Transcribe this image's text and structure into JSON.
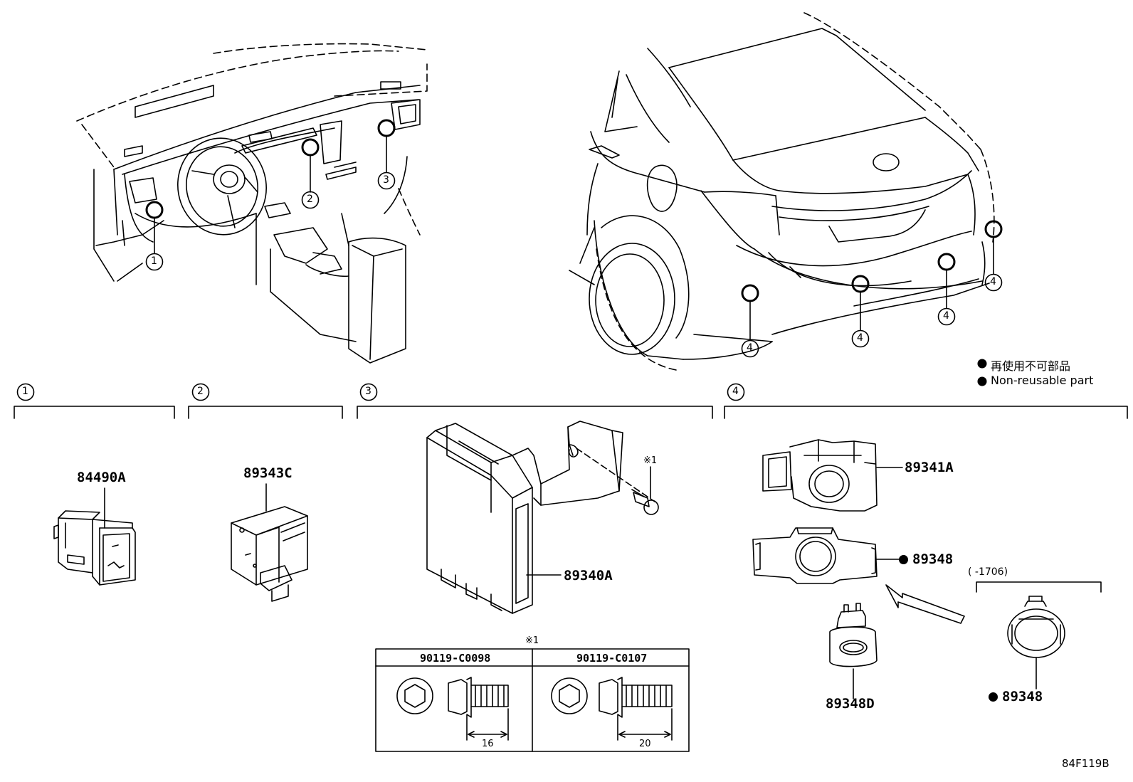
{
  "callouts": {
    "c1": "1",
    "c2": "2",
    "c3": "3",
    "c4": "4",
    "s1": "1",
    "s2": "2",
    "s3": "3",
    "s4": "4"
  },
  "parts": {
    "p84490A": "84490A",
    "p89343C": "89343C",
    "p89340A": "89340A",
    "p89341A": "89341A",
    "p89348_a": "89348",
    "p89348D": "89348D",
    "p89348_b": "89348"
  },
  "legend": {
    "line_jp": "再使用不可部品",
    "line_en": "Non-reusable part"
  },
  "note_mark": "※1",
  "bolt_table": {
    "mark": "※1",
    "col1_part": "90119-C0098",
    "col1_length": "16",
    "col2_part": "90119-C0107",
    "col2_length": "20"
  },
  "date_range": "(      -1706)",
  "figure_code": "84F119B",
  "colors": {
    "line": "#000000",
    "background": "#ffffff"
  }
}
